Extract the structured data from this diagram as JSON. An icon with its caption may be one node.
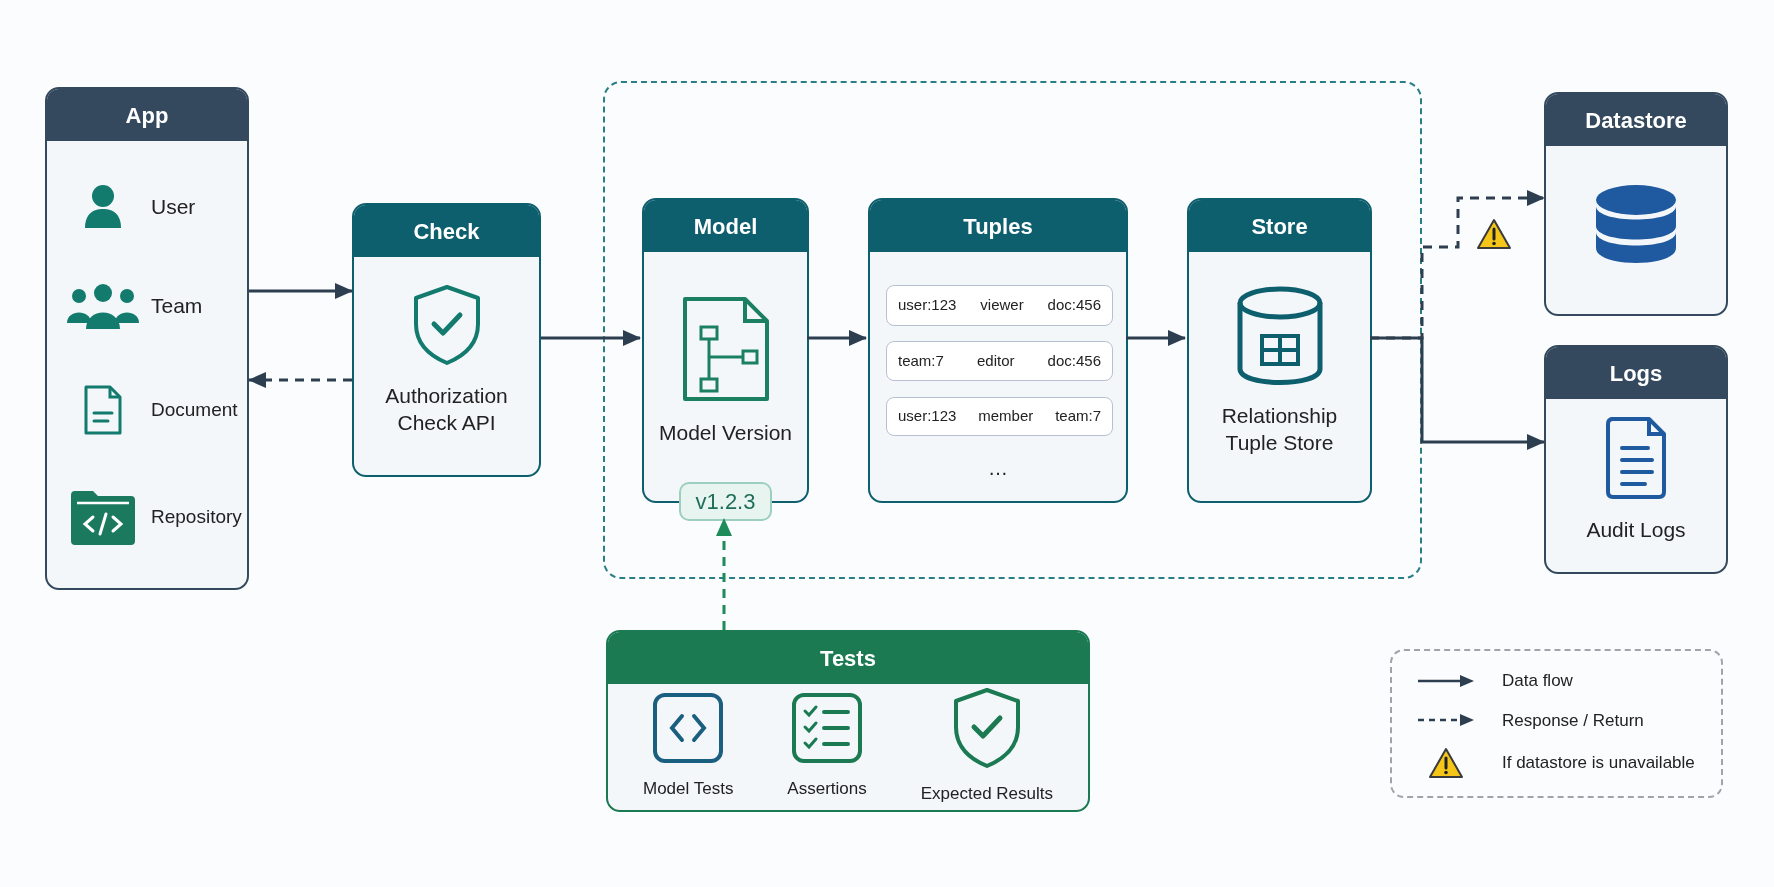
{
  "diagram": {
    "nodes": [
      {
        "text": [
          "App",
          "User",
          "Team",
          "Document",
          "Repository"
        ]
      },
      {
        "text": [
          "Check",
          "Authorization Check API"
        ]
      },
      {
        "text": [],
        "shape": "box"
      },
      {
        "text": [
          "Model",
          "Model Version"
        ],
        "in": 2
      },
      {
        "text": [
          "v1.2.3"
        ],
        "in": 2
      },
      {
        "text": [
          "Tuples",
          "…"
        ],
        "in": 2
      },
      {
        "text": [
          "user:123",
          "viewer",
          "doc:456"
        ],
        "in": 5
      },
      {
        "text": [
          "team:7",
          "editor",
          "doc:456"
        ],
        "in": 5
      },
      {
        "text": [
          "user:123",
          "member",
          "team:7"
        ],
        "in": 5
      },
      {
        "text": [
          "Store",
          "Relationship Tuple Store"
        ],
        "in": 2
      },
      {
        "text": [
          "Datastore"
        ]
      },
      {
        "text": [
          "Logs",
          "Audit Logs"
        ]
      },
      {
        "text": [
          "Tests",
          "Model Tests",
          "Assertions",
          "Expected Results"
        ]
      }
    ],
    "edges": [
      {
        "from": 0,
        "to": 1,
        "arrow": "to"
      },
      {
        "from": 1,
        "to": 0,
        "arrow": "to",
        "style": "dashed"
      },
      {
        "from": 1,
        "to": 3,
        "arrow": "to"
      },
      {
        "from": 3,
        "to": 5,
        "arrow": "to"
      },
      {
        "from": 5,
        "to": 9,
        "arrow": "to"
      },
      {
        "from": 9,
        "to": 10,
        "arrow": "to",
        "style": "dashed"
      },
      {
        "from": 9,
        "to": 11,
        "arrow": "to"
      },
      {
        "from": 12,
        "to": 4,
        "arrow": "to",
        "style": "dashed",
        "color": "#1f8a5a"
      }
    ],
    "legend": [
      {
        "text": "Data flow"
      },
      {
        "text": "Response / Return"
      },
      {
        "text": "If datastore is unavailable"
      }
    ]
  }
}
